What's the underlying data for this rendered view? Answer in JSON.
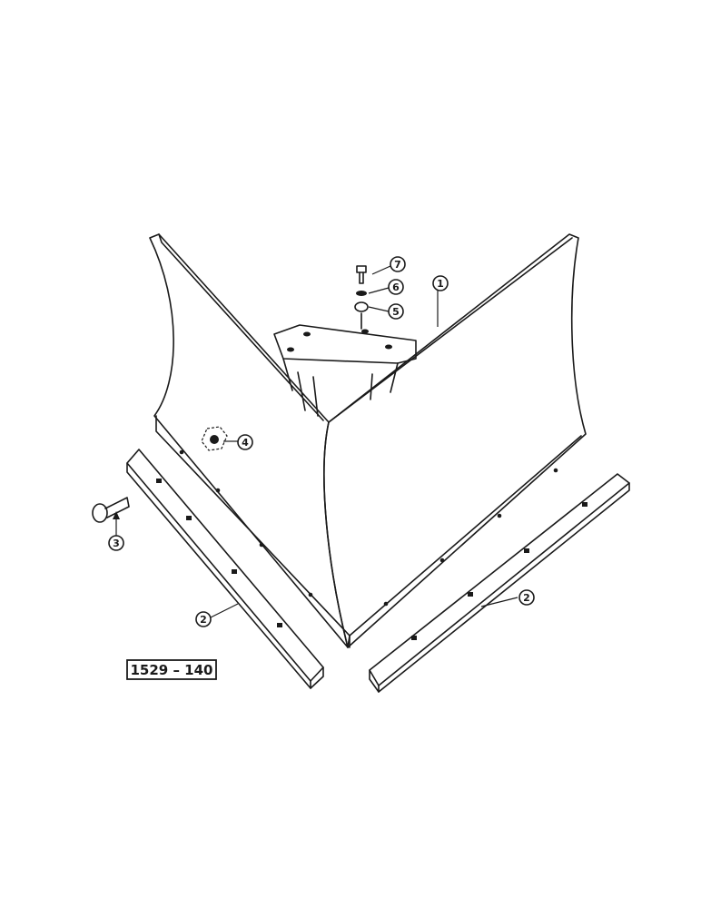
{
  "figure_id": "1529 – 140",
  "callouts": [
    {
      "id": "1",
      "label": "1"
    },
    {
      "id": "2a",
      "label": "2"
    },
    {
      "id": "2b",
      "label": "2"
    },
    {
      "id": "3",
      "label": "3"
    },
    {
      "id": "4",
      "label": "4"
    },
    {
      "id": "5",
      "label": "5"
    },
    {
      "id": "6",
      "label": "6"
    },
    {
      "id": "7",
      "label": "7"
    }
  ],
  "colors": {
    "ink": "#1a1a1a",
    "paper": "#ffffff"
  }
}
